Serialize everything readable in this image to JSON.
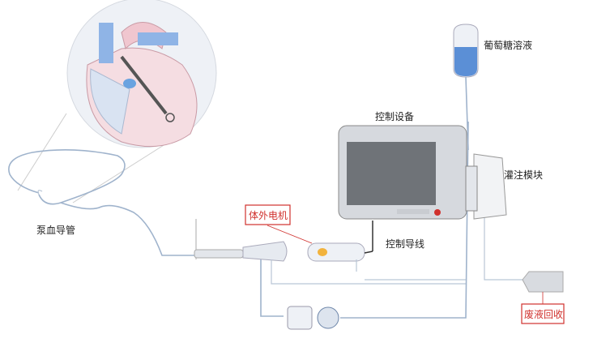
{
  "labels": {
    "glucose": "葡萄糖溶液",
    "controller": "控制设备",
    "perfusion": "灌注模块",
    "catheter": "泵血导管",
    "motor": "体外电机",
    "cable": "控制导线",
    "waste": "废液回收"
  },
  "colors": {
    "highlight_box": "#d0312d",
    "tube": "#9fb3cc",
    "fluid": "#5b8fd6"
  }
}
